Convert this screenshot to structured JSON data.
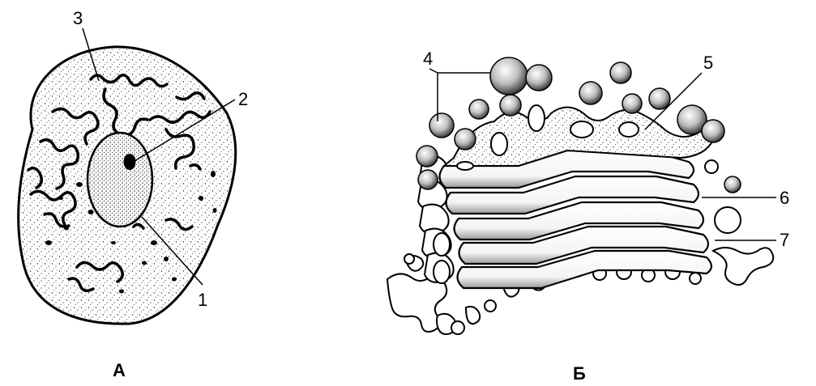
{
  "panel_a": {
    "caption": "А",
    "labels": {
      "n1": "1",
      "n2": "2",
      "n3": "3"
    }
  },
  "panel_b": {
    "caption": "Б",
    "labels": {
      "n4": "4",
      "n5": "5",
      "n6": "6",
      "n7": "7"
    }
  }
}
